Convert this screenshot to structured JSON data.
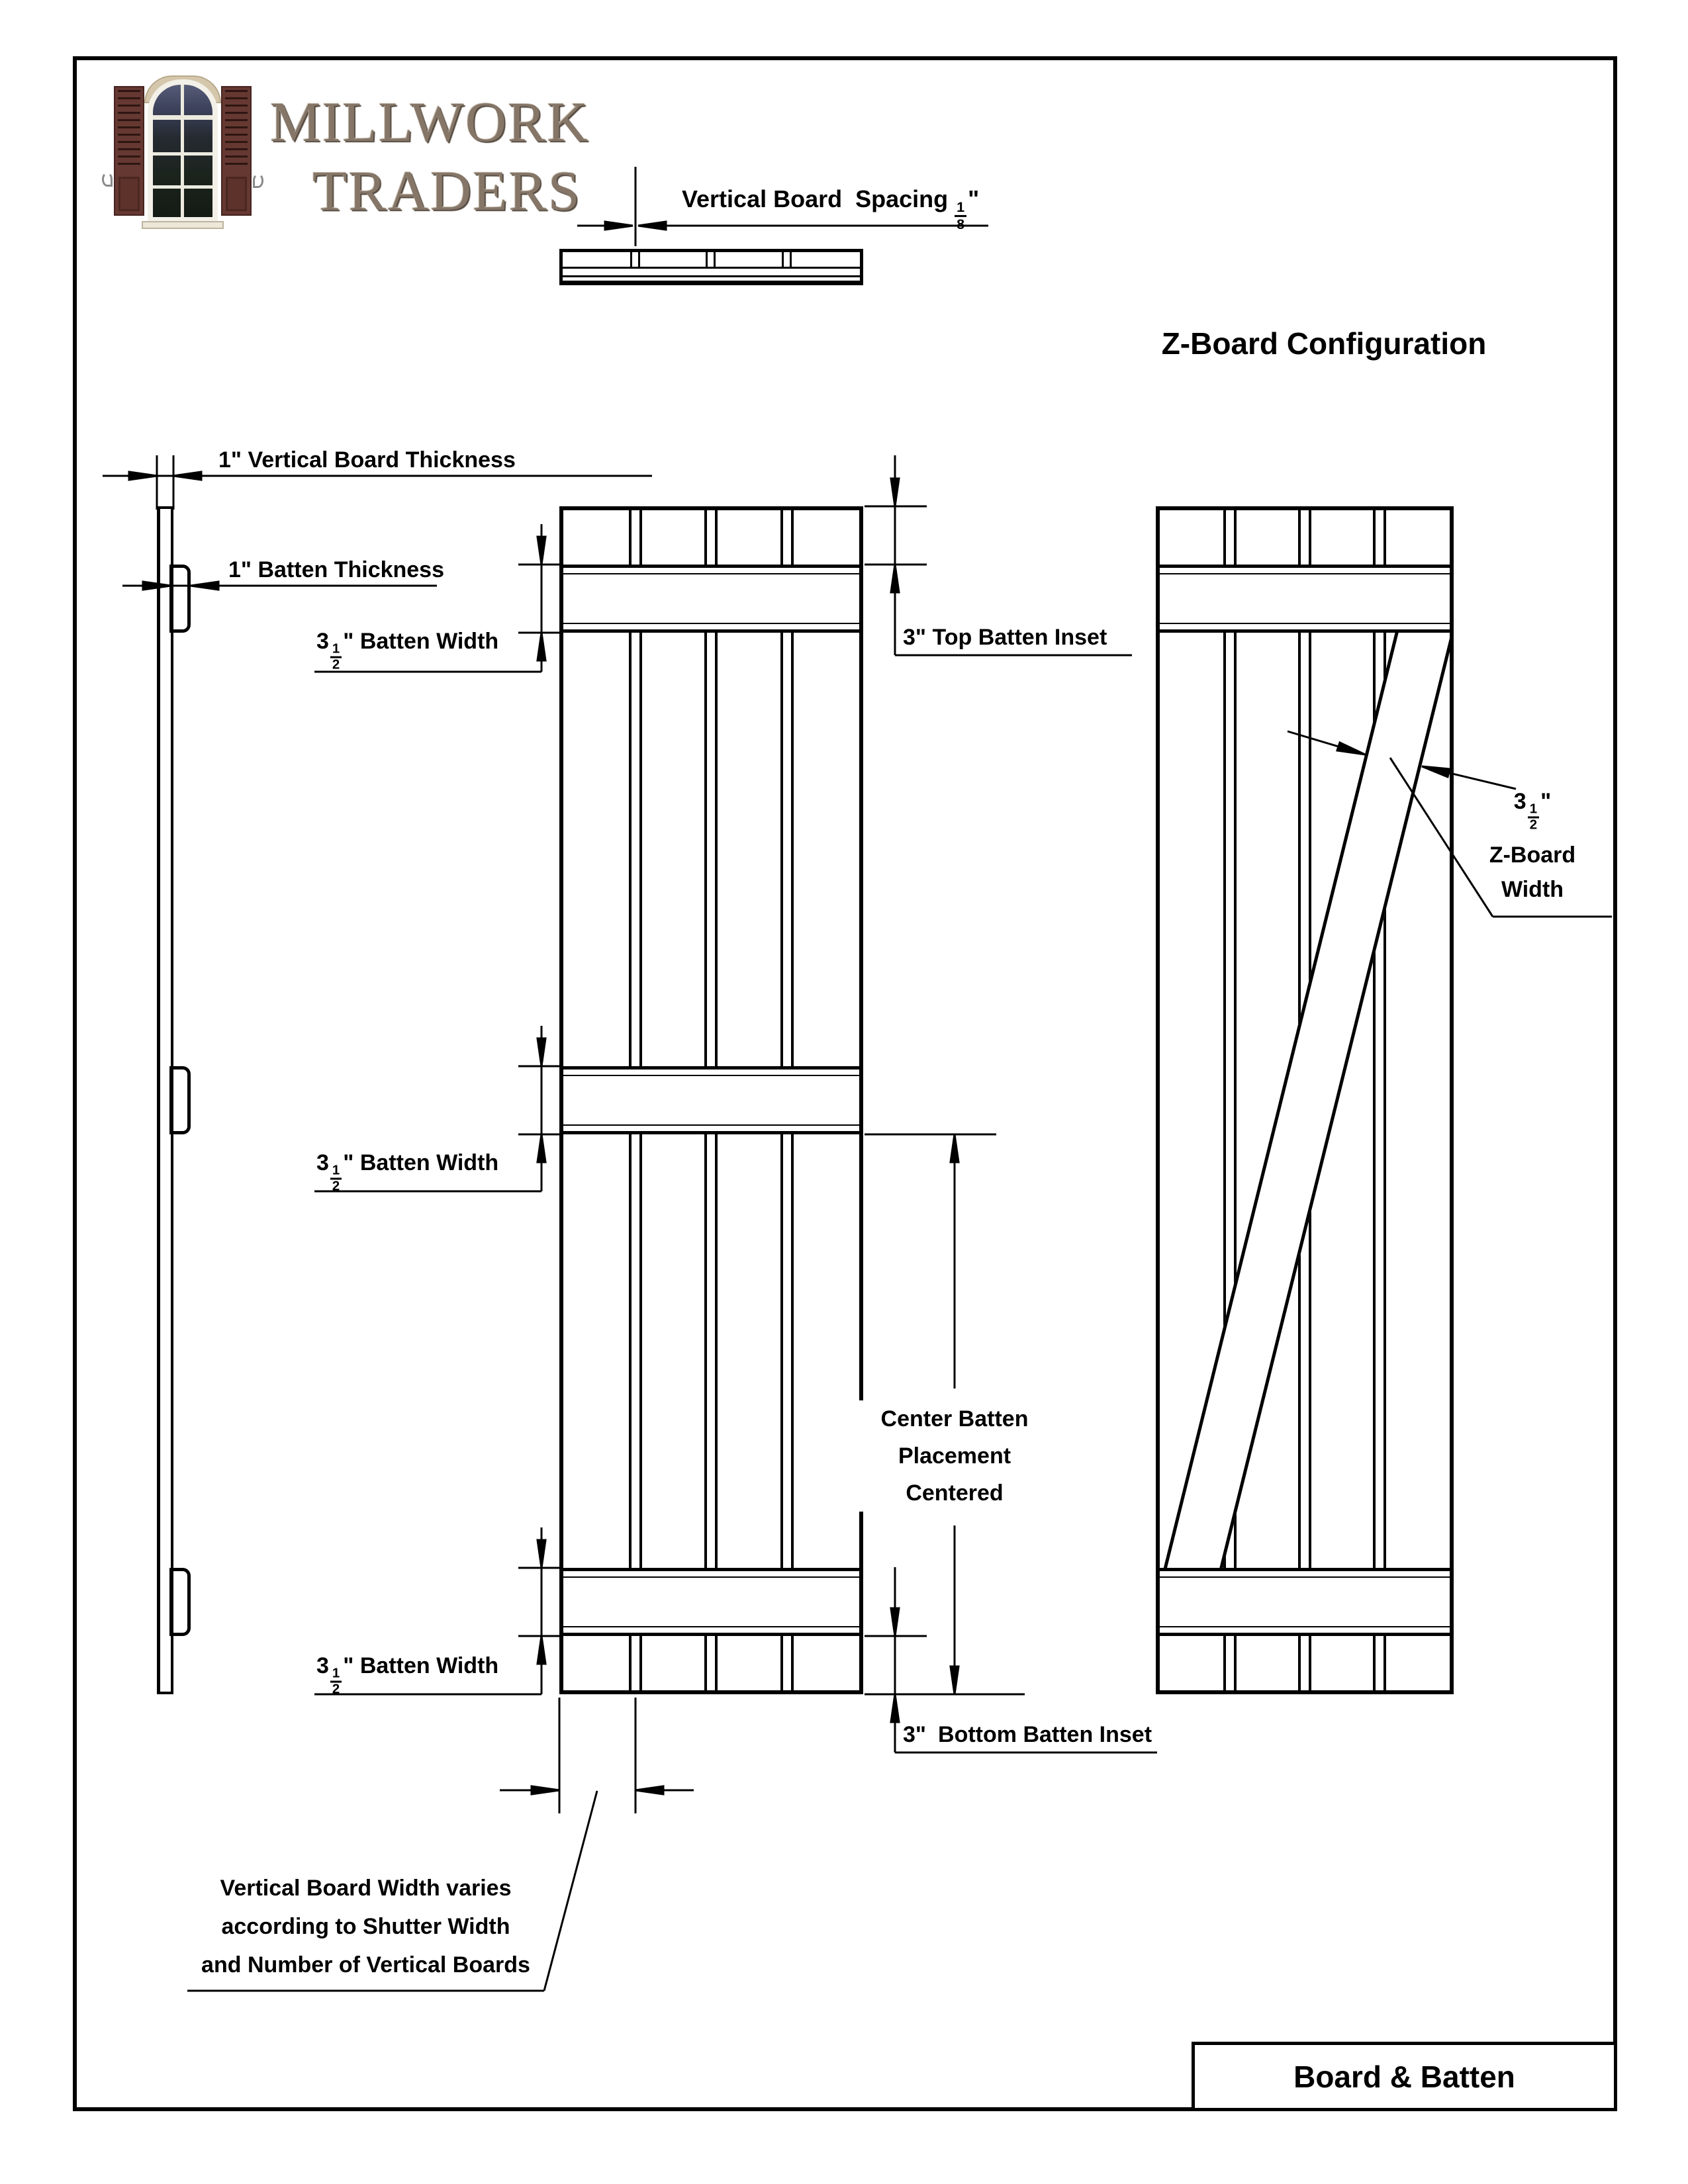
{
  "brand": {
    "line1": "MILLWORK",
    "line2": "TRADERS"
  },
  "titles": {
    "z_board": "Z-Board Configuration",
    "title_block": "Board & Batten"
  },
  "annotations": {
    "spacing": {
      "w1": "Vertical Board",
      "w2": "Spacing",
      "num": "1",
      "den": "8",
      "suffix": "\""
    },
    "board_thickness": "1\" Vertical Board Thickness",
    "batten_thickness": "1\" Batten Thickness",
    "batten_width": {
      "whole": "3",
      "num": "1",
      "den": "2",
      "suffix": "\" Batten Width"
    },
    "top_inset": "3\" Top Batten Inset",
    "bottom_inset": {
      "num": "3\"",
      "text": "Bottom Batten Inset"
    },
    "center_note": [
      "Center Batten",
      "Placement",
      "Centered"
    ],
    "z_width": {
      "whole": "3",
      "num": "1",
      "den": "2",
      "suffix": "\"",
      "line2": "Z-Board",
      "line3": "Width"
    },
    "board_note": [
      "Vertical Board Width varies",
      "according to Shutter Width",
      "and Number of Vertical Boards"
    ]
  }
}
